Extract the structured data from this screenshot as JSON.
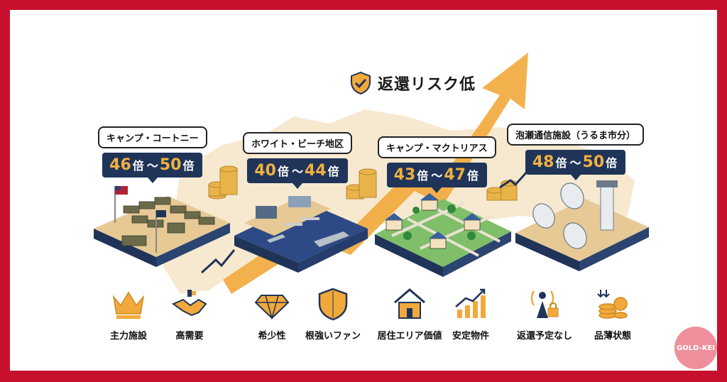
{
  "title": "返還リスク低",
  "sites": [
    {
      "name": "キャンプ・コートニー",
      "low": "46",
      "high": "50"
    },
    {
      "name": "ホワイト・ビーチ地区",
      "low": "40",
      "high": "44"
    },
    {
      "name": "キャンプ・マクトリアス",
      "low": "43",
      "high": "47"
    },
    {
      "name": "泡瀬通信施設（うるま市分）",
      "low": "48",
      "high": "50"
    }
  ],
  "unit": "倍",
  "separator": "〜",
  "features": [
    {
      "label": "主力施設",
      "icon": "crown-icon"
    },
    {
      "label": "高需要",
      "icon": "handshake-icon"
    },
    {
      "label": "希少性",
      "icon": "diamond-icon"
    },
    {
      "label": "根強いファン",
      "icon": "shield-icon"
    },
    {
      "label": "居住エリア価値",
      "icon": "house-icon"
    },
    {
      "label": "安定物件",
      "icon": "rising-chart-icon"
    },
    {
      "label": "返還予定なし",
      "icon": "locked-person-icon"
    },
    {
      "label": "品薄状態",
      "icon": "coin-stack-icon"
    }
  ],
  "brand": "GOLD-KEI",
  "colors": {
    "frame": "#c8102e",
    "navy": "#1f3458",
    "gold": "#f0b040",
    "arrow": "#f2a93b",
    "land": "#f3e2c0"
  }
}
